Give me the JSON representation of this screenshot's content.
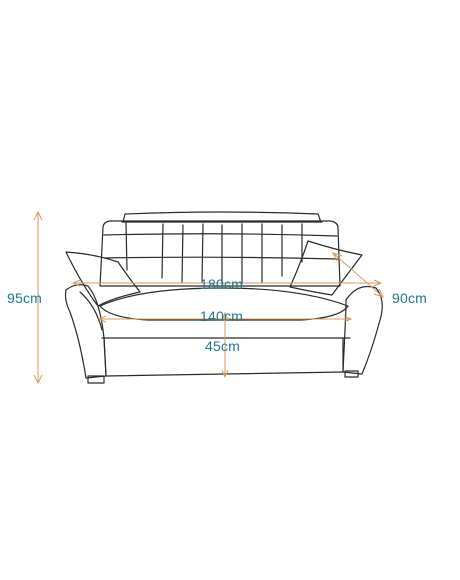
{
  "dimensions": {
    "height": "95cm",
    "width": "180cm",
    "seat_width": "140cm",
    "seat_height": "45cm",
    "depth": "90cm"
  },
  "colors": {
    "outline": "#2b2b2b",
    "dimension_line": "#d99a5c",
    "label_text": "#1e7896"
  }
}
